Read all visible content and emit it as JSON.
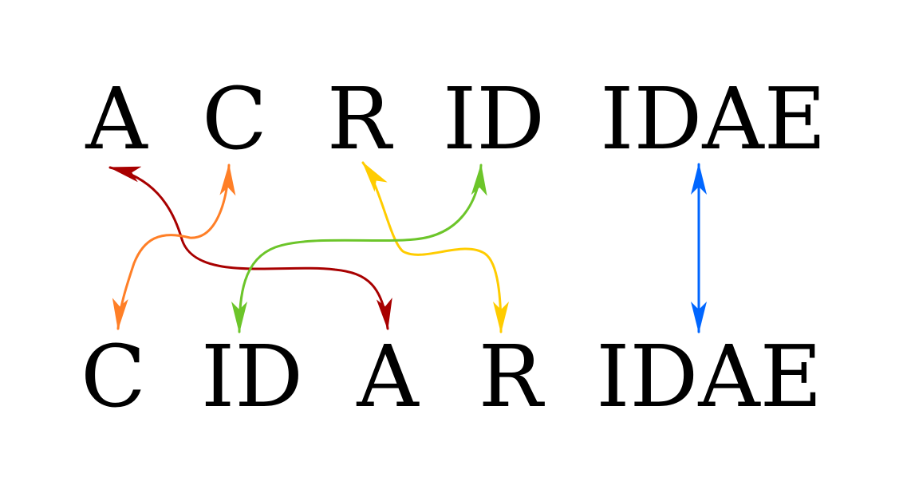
{
  "diagram": {
    "top_row": [
      "A",
      "C",
      "R",
      "ID",
      "IDAE"
    ],
    "bottom_row": [
      "C",
      "ID",
      "A",
      "R",
      "IDAE"
    ]
  },
  "colors": {
    "A": "#a80000",
    "C": "#ff7f27",
    "R": "#ffcc00",
    "ID": "#6cc52a",
    "IDAE": "#0066ff"
  }
}
